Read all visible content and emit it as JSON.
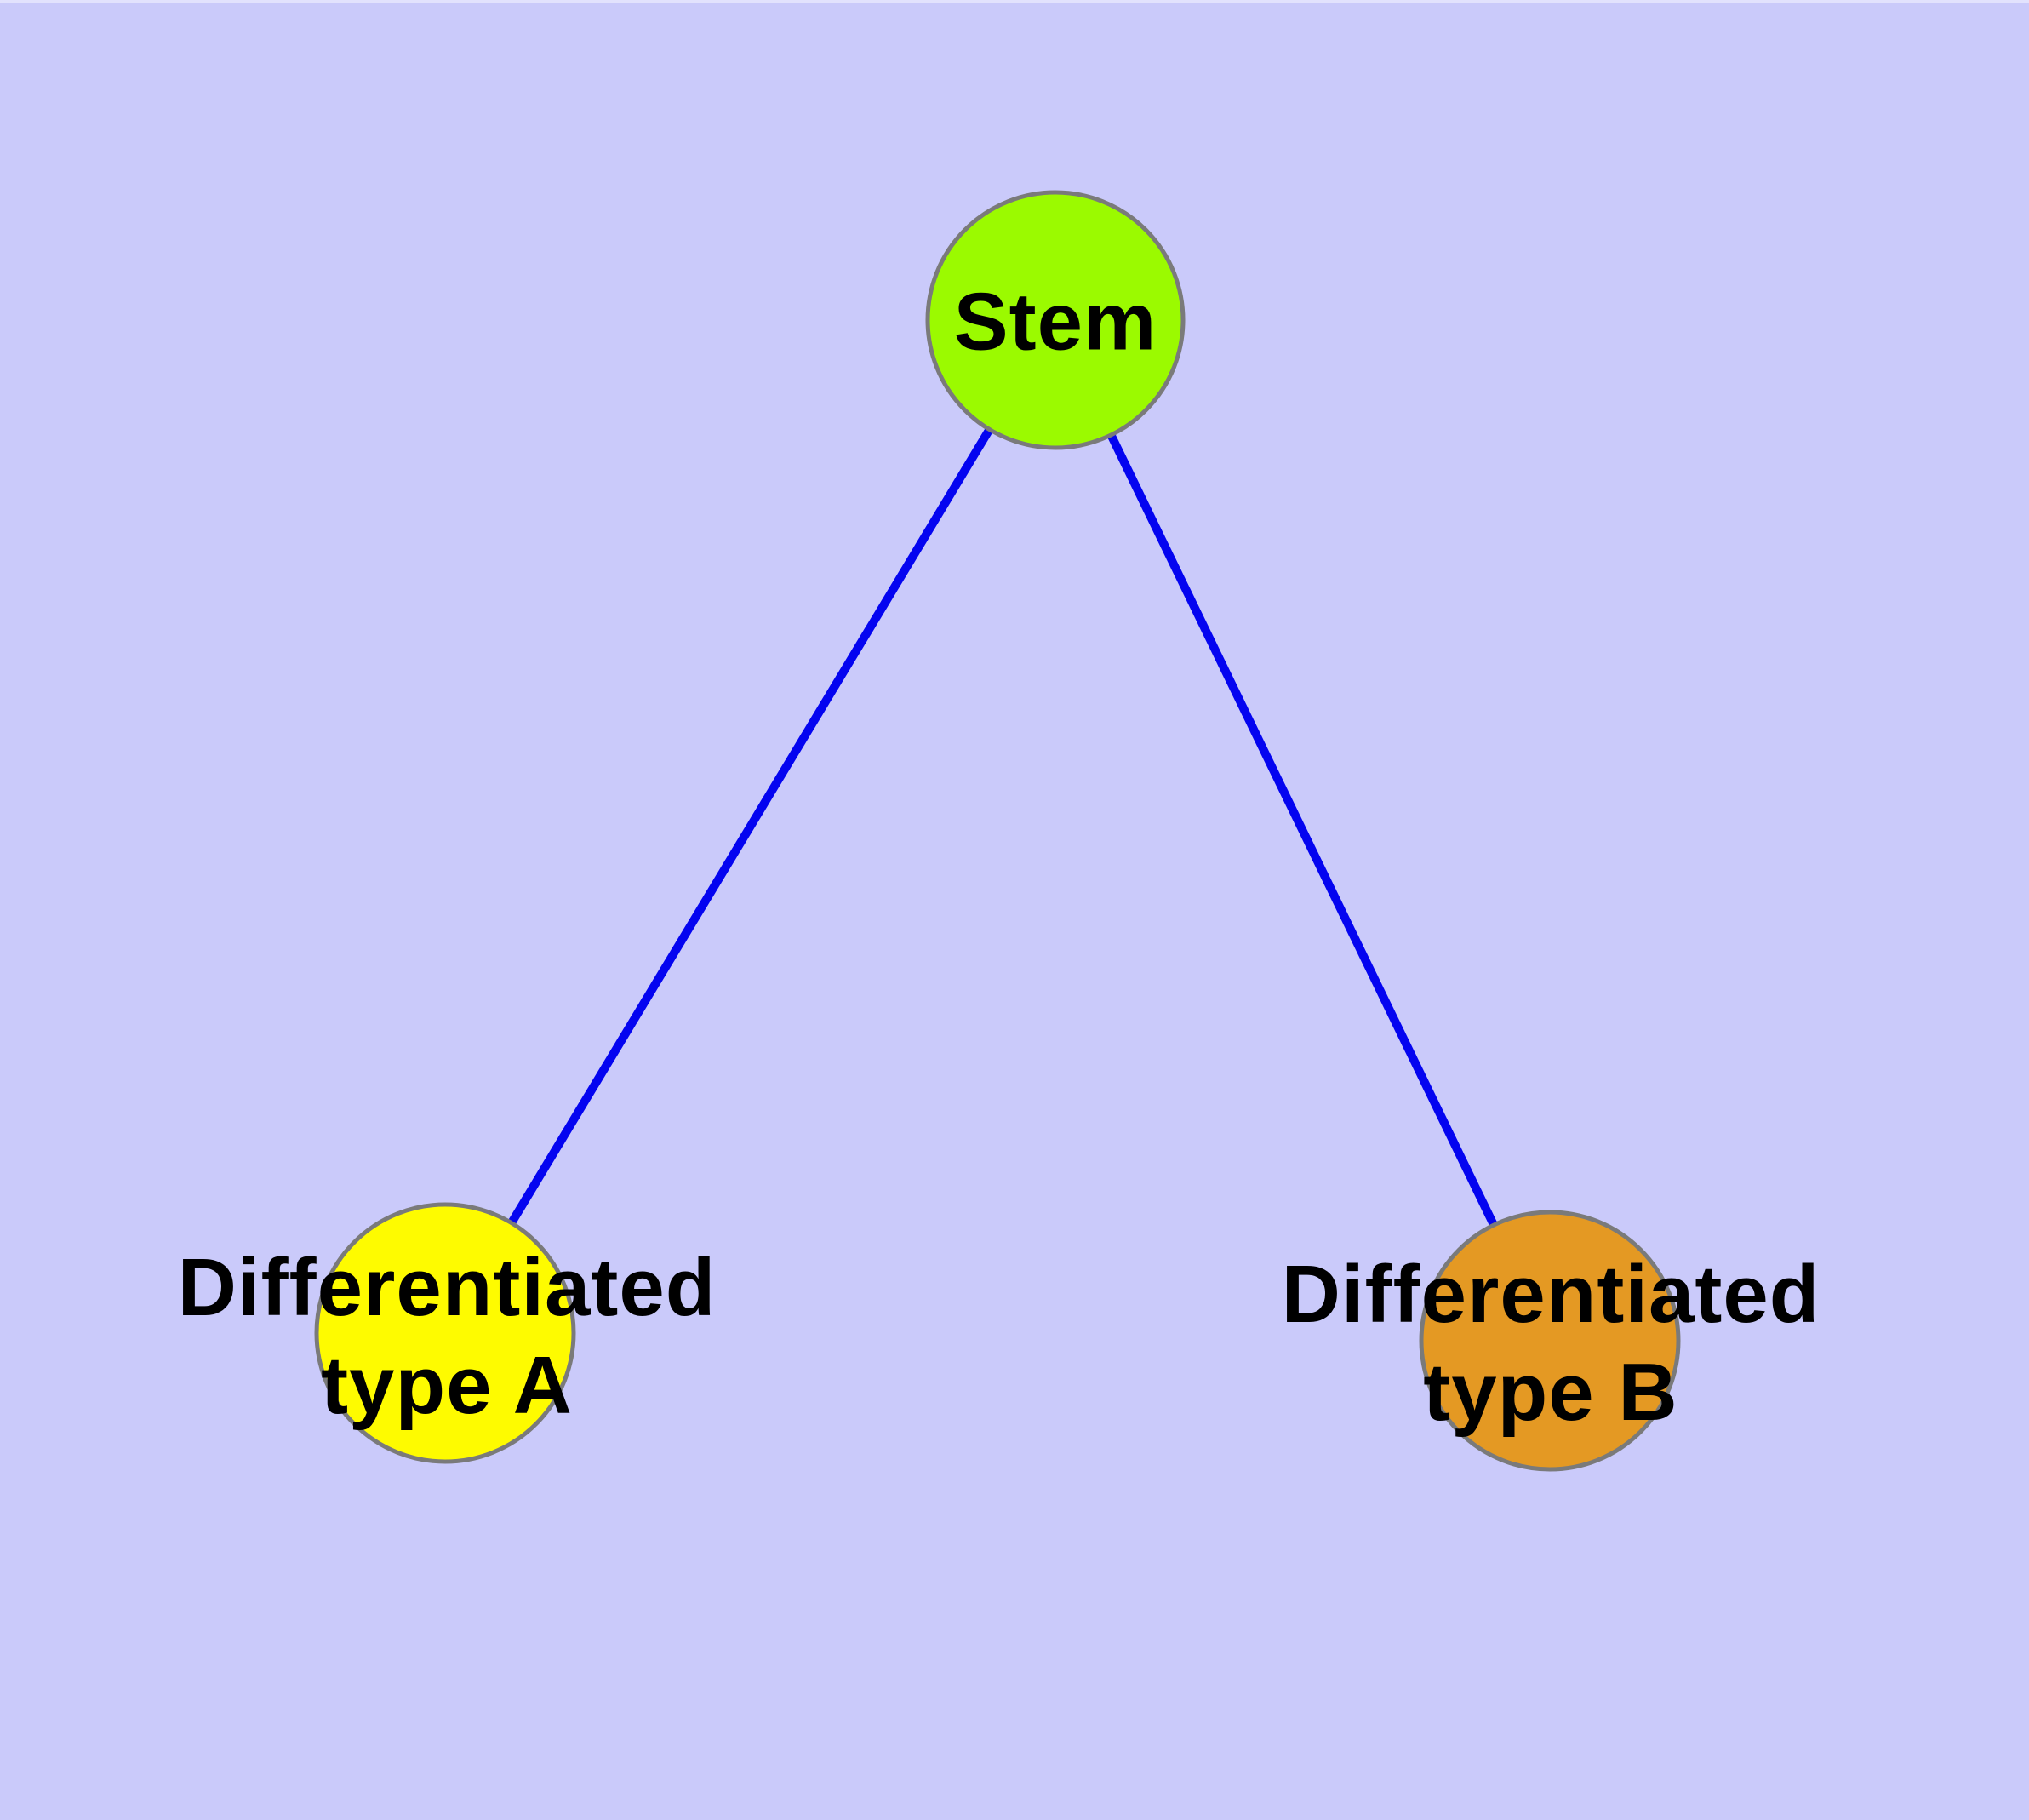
{
  "canvas": {
    "background_color": "#CACAFA",
    "top_edge_highlight": "#E2E2FD"
  },
  "styles": {
    "edge_color": "#0404F0",
    "node_border_color": "#7A7A7A",
    "label_color": "#000000"
  },
  "graph": {
    "nodes": [
      {
        "id": "stem",
        "label": "Stem",
        "fill": "#9BFA00"
      },
      {
        "id": "differentiated-type-a",
        "label": "Differentiated\ntype A",
        "fill": "#FEFB00"
      },
      {
        "id": "differentiated-type-b",
        "label": "Differentiated\ntype B",
        "fill": "#E49923"
      }
    ],
    "edges": [
      {
        "from": "stem",
        "to": "differentiated-type-a"
      },
      {
        "from": "stem",
        "to": "differentiated-type-b"
      }
    ]
  }
}
